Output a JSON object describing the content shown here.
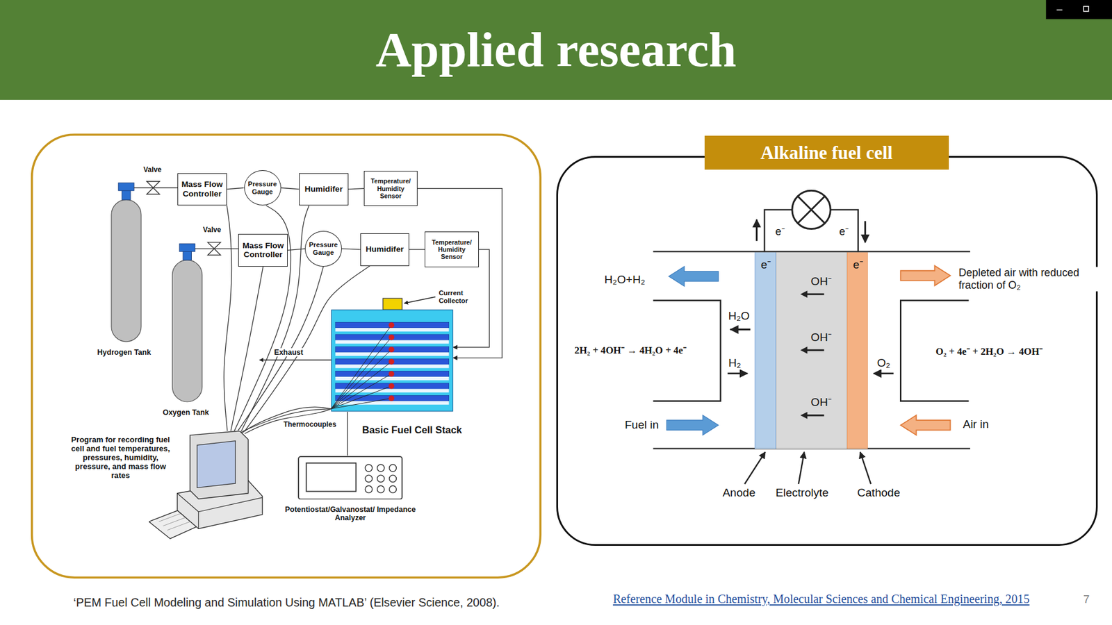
{
  "diagram": {
    "title": "Applied research",
    "caption": "‘PEM Fuel Cell Modeling and Simulation Using MATLAB’ (Elsevier Science, 2008).",
    "nodes": [
      {
        "text": [
          "Mass Flow Controller"
        ]
      },
      {
        "text": [
          "Pressure Gauge"
        ]
      },
      {
        "text": [
          "Humidifer"
        ]
      },
      {
        "text": [
          "Temperature/ Humidity Sensor"
        ]
      },
      {
        "text": [
          "Mass Flow Controller"
        ]
      },
      {
        "text": [
          "Pressure Gauge"
        ]
      },
      {
        "text": [
          "Humidifer"
        ]
      },
      {
        "text": [
          "Temperature/ Humidity Sensor"
        ]
      },
      {
        "text": [
          "Basic Fuel Cell Stack"
        ]
      },
      {
        "text": [
          "Program for recording fuel cell and fuel temperatures, pressures, humidity, pressure, and mass flow rates"
        ]
      },
      {
        "text": [
          "Potentiostat/Galvanostat/ Impedance Analyzer"
        ]
      },
      {
        "text": [
          "Alkaline fuel cell"
        ]
      },
      {
        "text": [
          "e⁻"
        ],
        "in": 11
      },
      {
        "text": [
          "OH⁻",
          "OH⁻",
          "OH⁻"
        ],
        "in": 11
      },
      {
        "text": [
          "e⁻"
        ],
        "in": 11
      }
    ],
    "edges": [
      {
        "from": 0,
        "to": 1,
        "arrow": "none"
      },
      {
        "from": 1,
        "to": 2,
        "arrow": "none"
      },
      {
        "from": 2,
        "to": 3,
        "arrow": "none"
      },
      {
        "from": 3,
        "to": 8,
        "arrow": "to"
      },
      {
        "from": 4,
        "to": 5,
        "arrow": "none"
      },
      {
        "from": 5,
        "to": 6,
        "arrow": "none"
      },
      {
        "from": 6,
        "to": 7,
        "arrow": "none"
      },
      {
        "from": 7,
        "to": 8,
        "arrow": "to"
      },
      {
        "from": 9,
        "to": 0,
        "arrow": "none"
      },
      {
        "from": 9,
        "to": 4,
        "arrow": "none"
      },
      {
        "from": 9,
        "to": 1,
        "arrow": "none"
      },
      {
        "from": 9,
        "to": 5,
        "arrow": "none"
      },
      {
        "from": 9,
        "to": 2,
        "arrow": "none"
      },
      {
        "from": 9,
        "to": 6,
        "arrow": "none"
      },
      {
        "from": 10,
        "to": 8,
        "arrow": "none"
      }
    ],
    "labels": [
      "Valve",
      "Valve",
      "Hydrogen Tank",
      "Oxygen Tank",
      "Current Collector",
      "Exhaust",
      "Thermocouples",
      "H₂O+H₂",
      "Depleted air with reduced fraction of O₂",
      "e⁻",
      "e⁻",
      "H₂O",
      "H₂",
      "O₂",
      "2H₂ + 4OH⁻ → 4H₂O + 4e⁻",
      "O₂ + 4e⁻ + 2H₂O → 4OH⁻",
      "Fuel in",
      "Air in",
      "Anode",
      "Electrolyte",
      "Cathode",
      "Reference Module in Chemistry, Molecular Sciences and Chemical Engineering, 2015",
      "7"
    ]
  }
}
